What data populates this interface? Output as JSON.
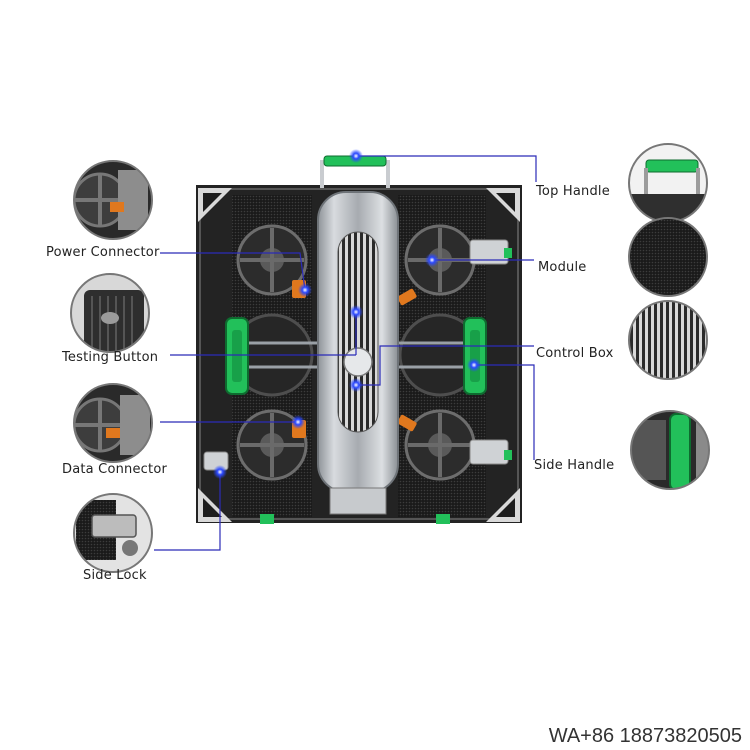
{
  "labels": {
    "power_connector": "Power Connector",
    "testing_button": "Testing Button",
    "data_connector": "Data Connector",
    "side_lock": "Side Lock",
    "top_handle": "Top Handle",
    "module": "Module",
    "control_box": "Control Box",
    "side_handle": "Side Handle"
  },
  "watermark": "WA+86 18873820505",
  "colors": {
    "leader_line": "#2b2bb8",
    "marker": "#1f3cff",
    "handle_green": "#22c05a",
    "cabinet_dark": "#1d1d1d",
    "control_box_silver": "#b8bcc2",
    "connector_orange": "#e0781e"
  },
  "icons": [
    "power-connector-detail",
    "testing-button-detail",
    "data-connector-detail",
    "side-lock-detail",
    "top-handle-detail",
    "module-detail",
    "control-box-detail",
    "side-handle-detail"
  ]
}
